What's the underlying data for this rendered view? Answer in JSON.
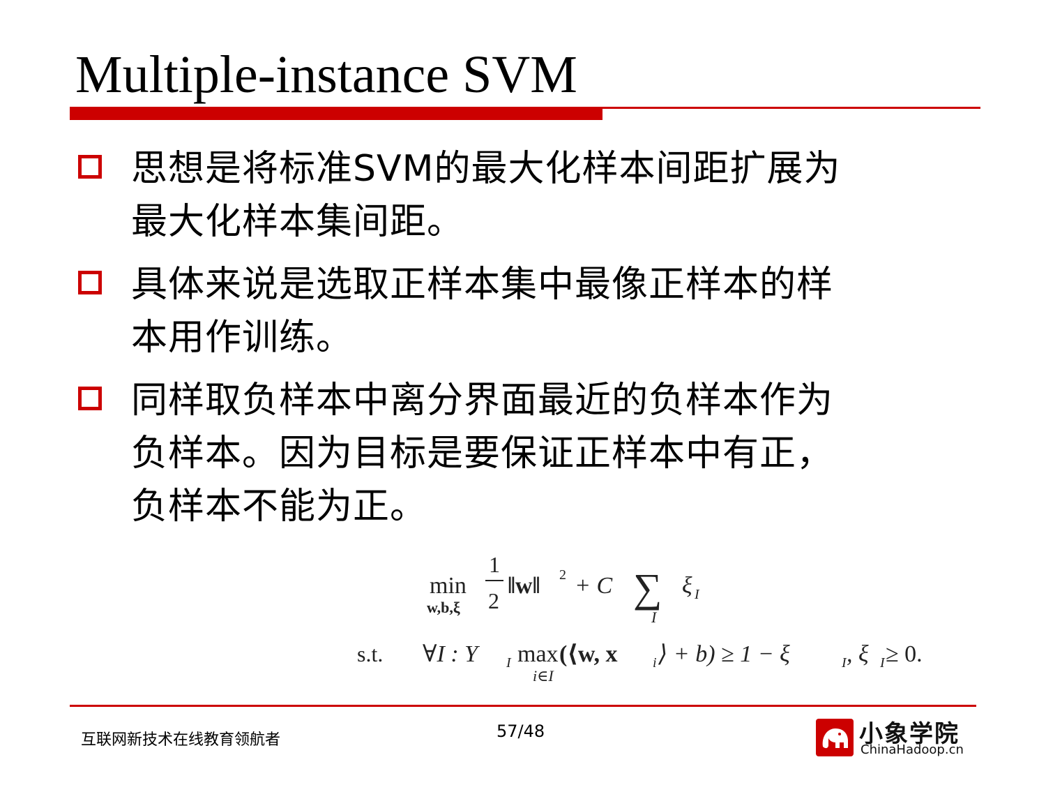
{
  "colors": {
    "accent": "#cc0000"
  },
  "slide": {
    "title": "Multiple-instance SVM",
    "bullets": [
      {
        "lines": [
          "思想是将标准SVM的最大化样本间距扩展为",
          "最大化样本集间距。"
        ]
      },
      {
        "lines": [
          "具体来说是选取正样本集中最像正样本的样",
          "本用作训练。"
        ]
      },
      {
        "lines": [
          "同样取负样本中离分界面最近的负样本作为",
          "负样本。因为目标是要保证正样本中有正，",
          "负样本不能为正。"
        ]
      }
    ]
  },
  "formula": {
    "min": "min",
    "min_sub": "w,b,ξ",
    "frac_num": "1",
    "frac_den": "2",
    "norm": "‖w‖",
    "sq": "2",
    "plus_c": "+ C",
    "sum": "∑",
    "sum_sub": "I",
    "xi": "ξ",
    "xi_sub": "I",
    "st": "s.t.",
    "constraint": "∀I :  Y",
    "y_sub": "I",
    "max": "max",
    "max_sub": "i∈I",
    "rhs": "(⟨w, x",
    "x_sub": "i",
    "rhs2": "⟩ + b) ≥ 1 − ξ",
    "rhs_sub1": "I",
    "rhs3": ",  ξ",
    "rhs_sub2": "I",
    "rhs4": " ≥ 0."
  },
  "footer": {
    "tagline": "互联网新技术在线教育领航者",
    "page": "57/48",
    "logo_cn": "小象学院",
    "logo_en": "ChinaHadoop.cn"
  }
}
